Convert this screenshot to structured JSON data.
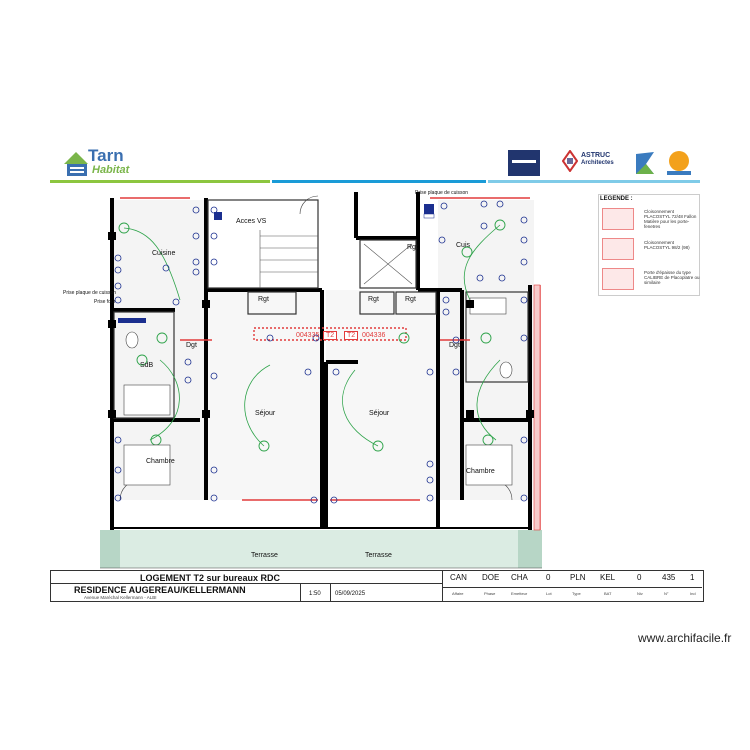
{
  "header": {
    "brand_name": "Tarn",
    "brand_sub": "Habitat",
    "partner_logo_1": "",
    "partner_logo_2_line1": "ASTRUC",
    "partner_logo_2_line2": "Architectes"
  },
  "colors": {
    "wall": "#000000",
    "room_fill": "#f0f0f0",
    "red_annotation": "#e23b3b",
    "green_circuit": "#2ea34a",
    "blue_symbol": "#1b2f8f",
    "terrace": "#cfe7dc",
    "bar_green": "#8cc63f",
    "bar_blue": "#1a9bd7",
    "bar_lightblue": "#7fcbe8"
  },
  "legend": {
    "title": "LEGENDE :",
    "items": [
      {
        "text": "Cloisonnement PLACOSTYL 72/48 Fallon Matière pour les porte-fenetres"
      },
      {
        "text": "Cloisonnement PLACOSTYL 98/2 (98)"
      },
      {
        "text": "Porte d'épaisse du type CALIBRE de Placoplatre ou similaire"
      }
    ]
  },
  "plan": {
    "top_label": "Prise plaque de cuisson",
    "left_labels": [
      "Prise plaque de cuisson",
      "Prise four"
    ],
    "rooms": [
      {
        "name": "Cuisine",
        "area": "",
        "id": "cuisine-left"
      },
      {
        "name": "Acces VS",
        "area": "",
        "id": "acces-vs"
      },
      {
        "name": "Rgt",
        "area": "",
        "id": "rgt-top"
      },
      {
        "name": "Cuis",
        "area": "",
        "id": "cuisine-right"
      },
      {
        "name": "Rgt",
        "area": "",
        "id": "rgt-mid-left"
      },
      {
        "name": "Rgt",
        "area": "",
        "id": "rgt-mid-center"
      },
      {
        "name": "Rgt",
        "area": "",
        "id": "rgt-mid-right"
      },
      {
        "name": "Dgt",
        "area": "",
        "id": "dgt-left"
      },
      {
        "name": "Dgt",
        "area": "",
        "id": "dgt-right"
      },
      {
        "name": "SdB",
        "area": "",
        "id": "sdb-left"
      },
      {
        "name": "Séjour",
        "area": "",
        "id": "sejour-left"
      },
      {
        "name": "Séjour",
        "area": "",
        "id": "sejour-right"
      },
      {
        "name": "Chambre",
        "area": "",
        "id": "chambre-left"
      },
      {
        "name": "Chambre",
        "area": "",
        "id": "chambre-right"
      },
      {
        "name": "Terrasse",
        "area": "",
        "id": "terrasse-left"
      },
      {
        "name": "Terrasse",
        "area": "",
        "id": "terrasse-right"
      }
    ],
    "unit_tags": [
      {
        "code": "004335",
        "type": "T2"
      },
      {
        "type": "T2",
        "code": "004336"
      }
    ]
  },
  "title_block": {
    "title": "LOGEMENT T2 sur bureaux RDC",
    "project": "RESIDENCE AUGEREAU/KELLERMANN",
    "address": "Avenue Maréchal Kellermann - ALBI",
    "scale": "1:50",
    "date": "05/09/2025",
    "codes": [
      "CAN",
      "DOE",
      "CHA",
      "0",
      "PLN",
      "KEL",
      "0",
      "435",
      "1"
    ],
    "code_labels": [
      "Affaire",
      "Phase",
      "Emetteur",
      "Lot",
      "Type",
      "BAT",
      "Niv",
      "N°",
      "Ind"
    ]
  },
  "watermark": "www.archifacile.fr"
}
